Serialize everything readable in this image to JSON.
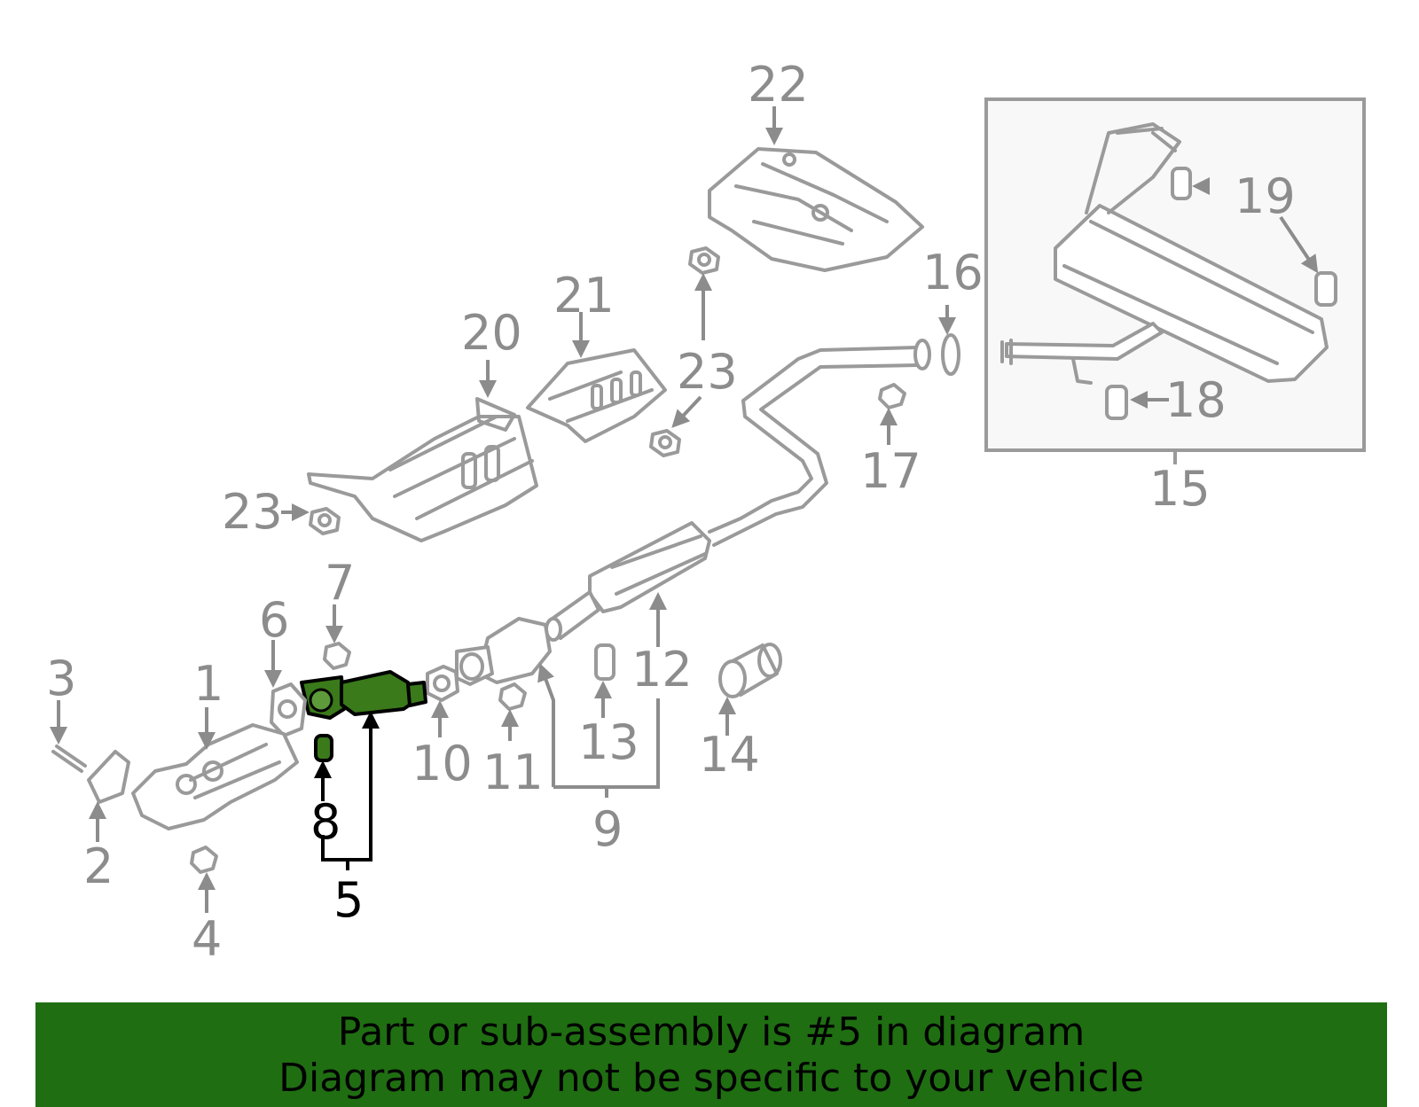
{
  "labels": {
    "p1": "1",
    "p2": "2",
    "p3": "3",
    "p4": "4",
    "p5": "5",
    "p6": "6",
    "p7": "7",
    "p8": "8",
    "p9": "9",
    "p10": "10",
    "p11": "11",
    "p12": "12",
    "p13": "13",
    "p14": "14",
    "p15": "15",
    "p16": "16",
    "p17": "17",
    "p18": "18",
    "p19": "19",
    "p20": "20",
    "p21": "21",
    "p22": "22",
    "p23a": "23",
    "p23b": "23",
    "p23c": "23"
  },
  "banner": {
    "line1": "Part or sub-assembly is #5 in diagram",
    "line2": "Diagram may not be specific to your vehicle"
  },
  "colors": {
    "banner_bg": "#1f6e12",
    "highlight_part": "#3a7a1a",
    "line_gray": "#9a9a9a"
  }
}
